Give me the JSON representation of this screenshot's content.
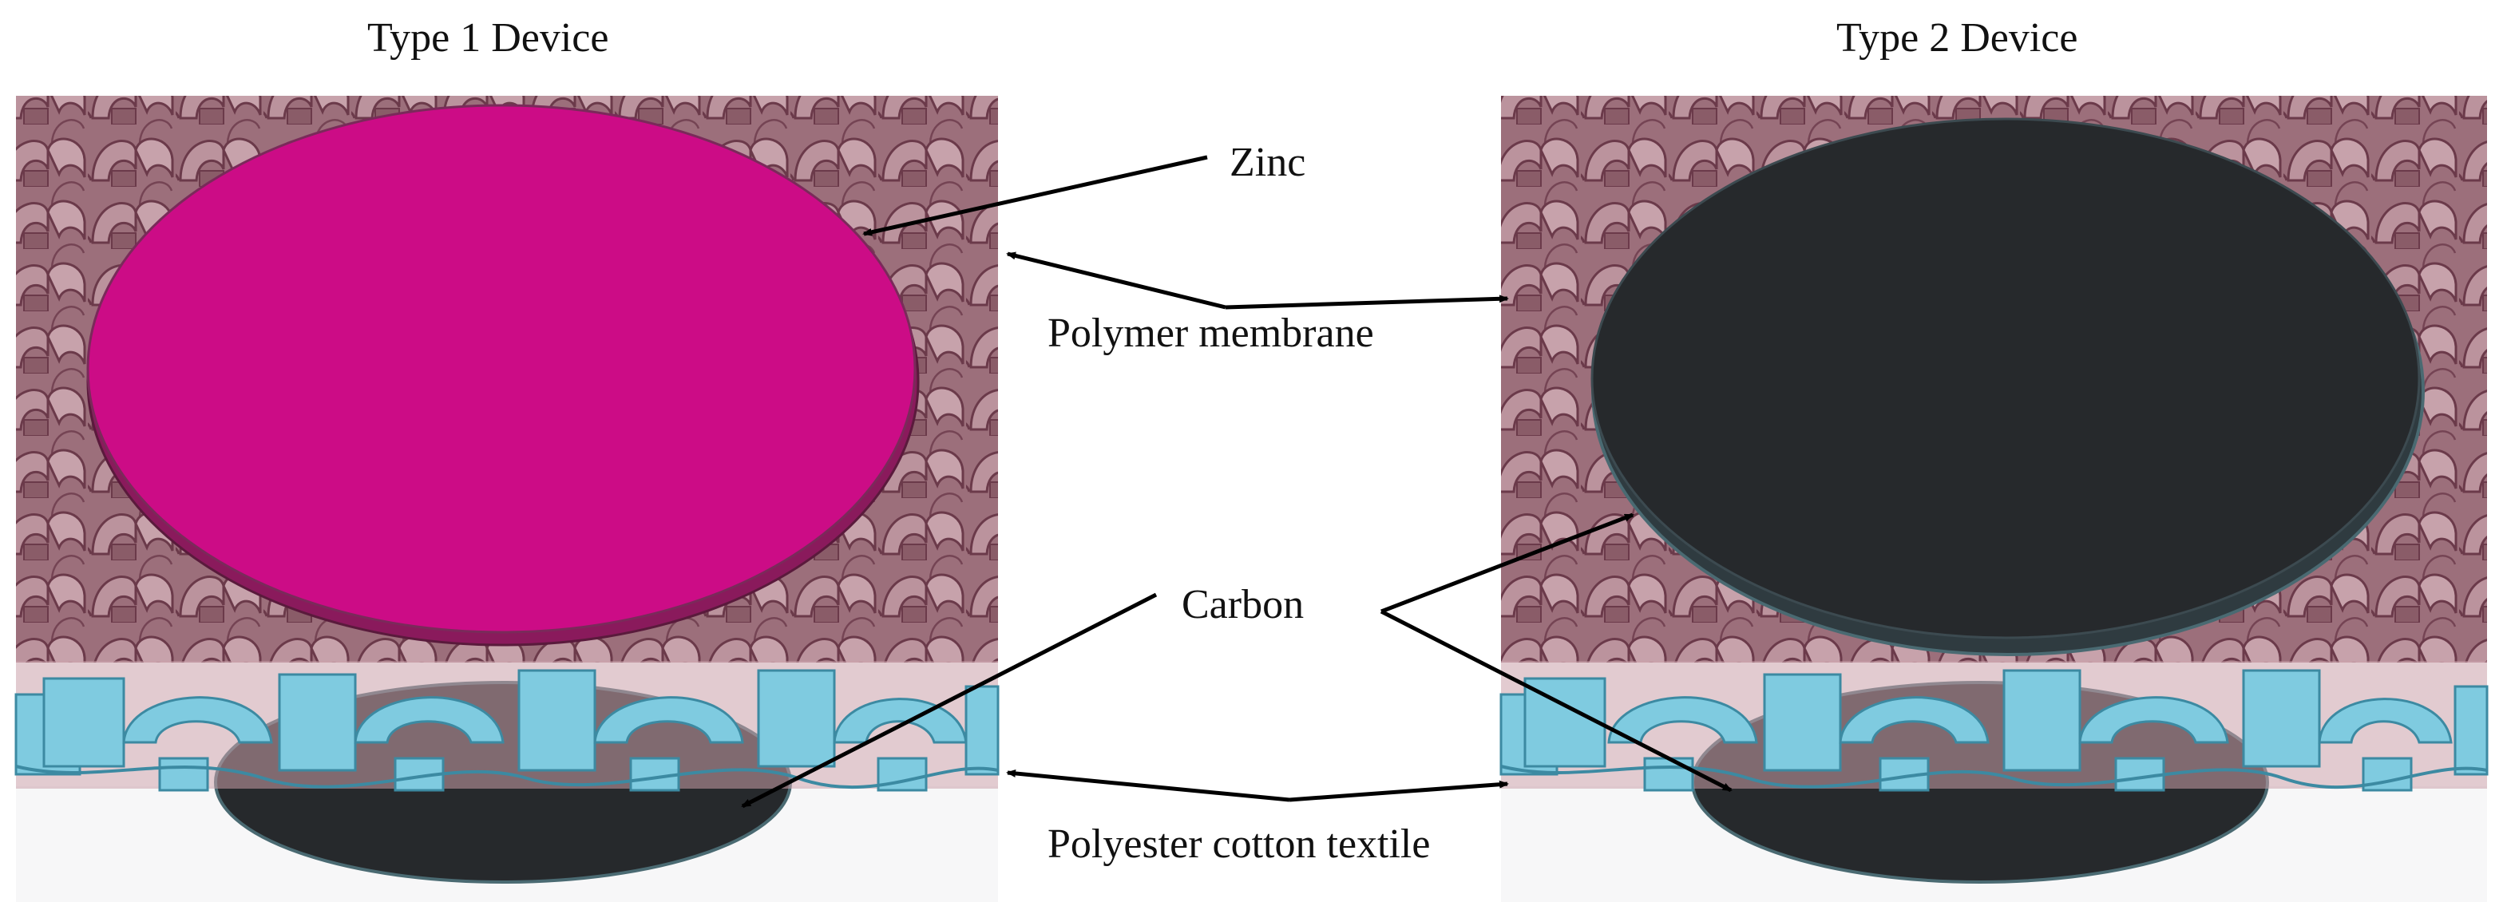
{
  "titles": {
    "left": "Type 1 Device",
    "right": "Type 2 Device"
  },
  "labels": {
    "zinc": "Zinc",
    "polymer_membrane": "Polymer membrane",
    "carbon": "Carbon",
    "polyester_cotton_textile": "Polyester cotton textile"
  },
  "colors": {
    "membrane_fill": "#a07682",
    "membrane_loop": "#b8909a",
    "membrane_stroke": "#6b3a4a",
    "textile_fill": "#7fcbe0",
    "textile_dark": "#4d9fb8",
    "zinc": "#cc0c86",
    "zinc_edge": "#8a1a5c",
    "carbon": "#26292c",
    "carbon_edge": "#4a6a72",
    "arrow": "#000000"
  }
}
